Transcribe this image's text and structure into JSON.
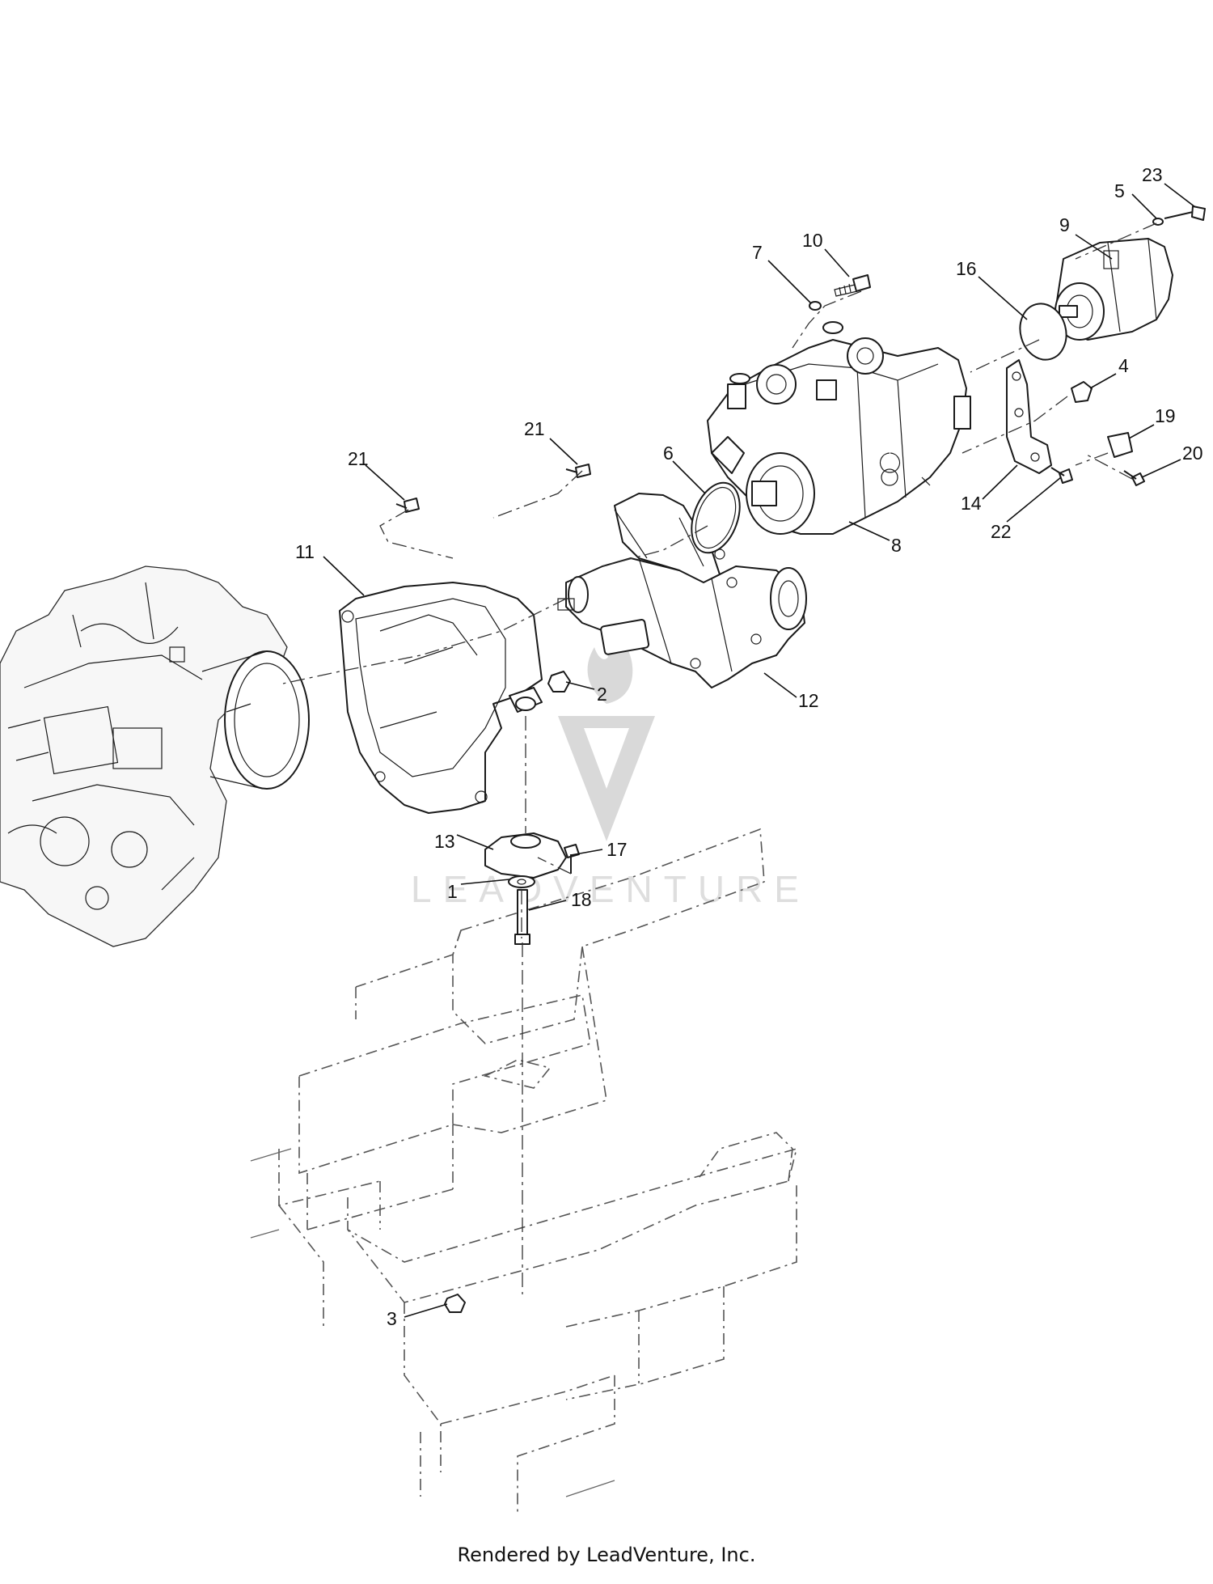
{
  "callouts": [
    {
      "label": "23"
    },
    {
      "label": "5"
    },
    {
      "label": "9"
    },
    {
      "label": "10"
    },
    {
      "label": "7"
    },
    {
      "label": "16"
    },
    {
      "label": "4"
    },
    {
      "label": "19"
    },
    {
      "label": "20"
    },
    {
      "label": "14"
    },
    {
      "label": "22"
    },
    {
      "label": "8"
    },
    {
      "label": "21"
    },
    {
      "label": "6"
    },
    {
      "label": "21"
    },
    {
      "label": "11"
    },
    {
      "label": "2"
    },
    {
      "label": "12"
    },
    {
      "label": "13"
    },
    {
      "label": "17"
    },
    {
      "label": "1"
    },
    {
      "label": "18"
    },
    {
      "label": "3"
    }
  ],
  "watermark": {
    "text": "LEADVENTURE"
  },
  "footer": {
    "text": "Rendered by LeadVenture, Inc."
  }
}
